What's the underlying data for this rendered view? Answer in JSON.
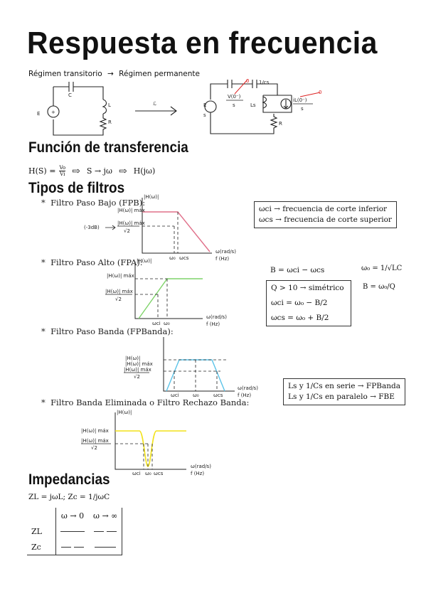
{
  "title": "Respuesta en frecuencia",
  "regimen": {
    "left": "Régimen transitorio",
    "arrow": "→",
    "right": "Régimen permanente"
  },
  "circuit_left": {
    "c": "C",
    "l": "L",
    "r": "R",
    "e": "E"
  },
  "circuit_right": {
    "v0": "V(0⁻)",
    "s": "s",
    "icap": "1/cs",
    "ls": "Ls",
    "il": "iL(0⁻)",
    "il_s": "s",
    "r": "R",
    "e": "E",
    "es": "s"
  },
  "laplace_symbol": "ℒ",
  "section_transfer": "Función de transferencia",
  "transfer_formula": {
    "h": "H(S) =",
    "num": "Vo",
    "den": "Vi",
    "arrow1": "⇨",
    "mid": "S → jω",
    "arrow2": "⇨",
    "end": "H(jω)"
  },
  "section_filters": "Tipos de filtros",
  "filters": {
    "fpb": "Filtro Paso Bajo (FPB):",
    "fpa": "Filtro Paso Alto (FPA):",
    "fpbanda": "Filtro Paso Banda (FPBanda):",
    "fbe": "Filtro Banda Eliminada o Filtro Rechazo Banda:"
  },
  "graph_labels": {
    "h": "|H(ω)|",
    "hmax": "|H(ω)| máx",
    "hmax_sqrt": "|H(ω)| máx",
    "sqrt2": "√2",
    "db3": "(-3dB)",
    "axis_w": "ω(rad/s)",
    "axis_f": "f (Hz)",
    "w0": "ω₀",
    "wcs": "ωcs",
    "wci": "ωci"
  },
  "box_cutoff": {
    "line1": "ωci → frecuencia de corte inferior",
    "line2": "ωcs → frecuencia de corte superior"
  },
  "formulas": {
    "b": "B = ωci − ωcs",
    "w0": "ω₀ = 1/√LC",
    "q": "Q > 10 → simétrico",
    "bq": "B = ω₀/Q",
    "wci": "ωci = ω₀ − B/2",
    "wcs": "ωcs = ω₀ + B/2"
  },
  "box_series": {
    "line1": "Ls y 1/Cs en serie → FPBanda",
    "line2": "Ls y 1/Cs en paralelo → FBE"
  },
  "section_imp": "Impedancias",
  "imp_formula": "ZL = jωL; Zc = 1/jωC",
  "imp_table": {
    "col1": "ω → 0",
    "col2": "ω → ∞",
    "row1": "ZL",
    "row2": "Zc"
  },
  "colors": {
    "fpb": "#e0708a",
    "fpa": "#7fd36a",
    "fpbanda": "#5bc3e8",
    "fbe": "#f2e21a"
  }
}
